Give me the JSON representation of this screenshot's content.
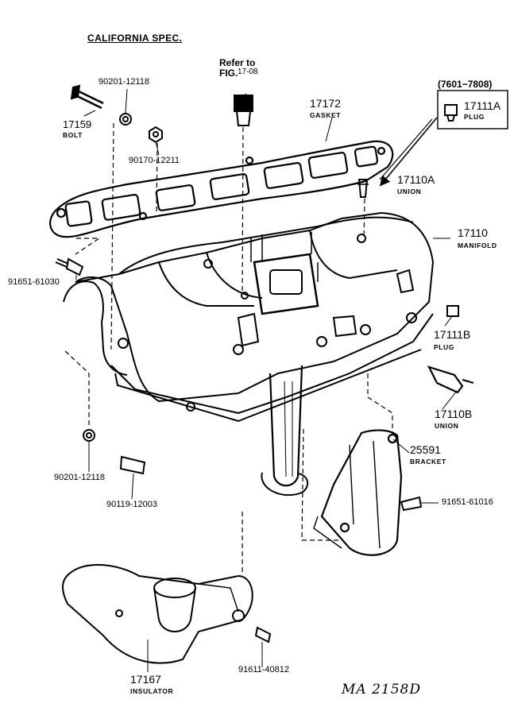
{
  "header": {
    "california": "CALIFORNIA SPEC."
  },
  "refer": {
    "line1": "Refer to",
    "line2": "FIG.",
    "fig": "17-08"
  },
  "range_note": "(7601−7808)",
  "parts": {
    "bolt_17159": {
      "number": "17159",
      "name": "BOLT"
    },
    "washer_90201_top": {
      "number": "90201-12118"
    },
    "nut_90170": {
      "number": "90170-12211"
    },
    "gasket_17172": {
      "number": "17172",
      "name": "GASKET"
    },
    "plug_17111A": {
      "number": "17111A",
      "name": "PLUG"
    },
    "union_17110A": {
      "number": "17110A",
      "name": "UNION"
    },
    "manifold_17110": {
      "number": "17110",
      "name": "MANIFOLD"
    },
    "bolt_91651_61030": {
      "number": "91651-61030"
    },
    "plug_17111B": {
      "number": "17111B",
      "name": "PLUG"
    },
    "union_17110B": {
      "number": "17110B",
      "name": "UNION"
    },
    "bracket_25591": {
      "number": "25591",
      "name": "BRACKET"
    },
    "bolt_91651_61016": {
      "number": "91651-61016"
    },
    "washer_90201_bottom": {
      "number": "90201-12118"
    },
    "stud_90119": {
      "number": "90119-12003"
    },
    "insulator_17167": {
      "number": "17167",
      "name": "INSULATOR"
    },
    "bolt_91611": {
      "number": "91611-40812"
    }
  },
  "drawing_code": "MA 2158D"
}
